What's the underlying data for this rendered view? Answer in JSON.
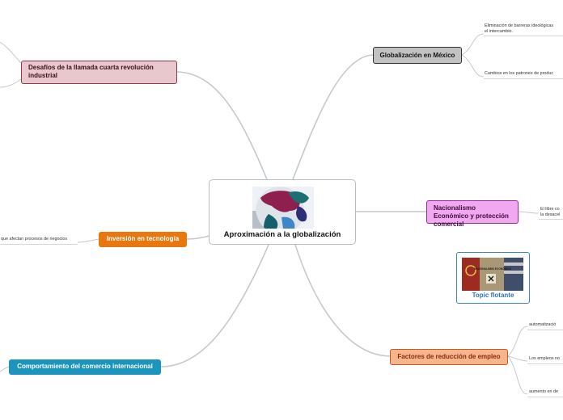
{
  "central": {
    "title": "Aproximación a la globalización"
  },
  "topics": {
    "desafios": "Desafíos de la llamada cuarta revolución industrial",
    "globalizacion_mexico": "Globalización en México",
    "nacionalismo": "Nacionalismo Económico y protección comercial",
    "inversion": "Inversión en tecnología",
    "factores": "Factores de reducción de empleo",
    "comportamiento": "Comportamiento del comercio internacional"
  },
  "floating_topic": {
    "label": "Topic flotante",
    "image_text": "NACIONALISMO ECONÓMICO"
  },
  "subtopics": {
    "mexico_1_line1": "Eliminación de barreras ideológicas",
    "mexico_1_line2": "el intercambio.",
    "mexico_2": "Cambios en los patrones de produc",
    "nacionalismo_1_line1": "El  libre co",
    "nacionalismo_1_line2": "la desacel",
    "inversion_1": "que afectan procesos de negocios",
    "factores_1": "automatizació",
    "factores_2": "Los empleos no",
    "factores_3": "aumento en de"
  },
  "colors": {
    "desafios_fill": "#e8c7cd",
    "desafios_border": "#8e3a4c",
    "mexico_fill": "#c2c2c2",
    "mexico_border": "#333333",
    "nacionalismo_fill": "#f2a8f0",
    "nacionalismo_border": "#8c2e8c",
    "inversion_fill": "#e8770e",
    "factores_fill": "#f7b58e",
    "factores_border": "#c45722",
    "comportamiento_fill": "#1b95bd",
    "link": "#c4c9d0"
  }
}
